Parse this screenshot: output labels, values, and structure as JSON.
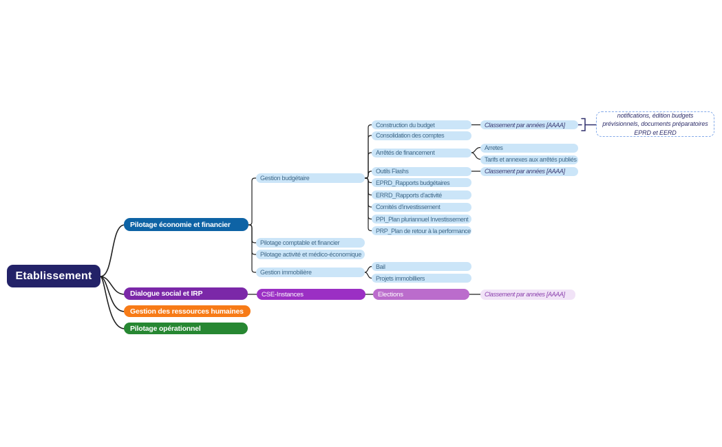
{
  "diagram": {
    "type": "mindmap",
    "root": {
      "label": "Etablissement",
      "color": "#232268"
    },
    "branches": [
      {
        "label": "Pilotage économie et financier",
        "color": "#0E63A5",
        "children": [
          {
            "label": "Gestion budgétaire",
            "children": [
              {
                "label": "Construction du budget",
                "children": [
                  {
                    "label": "Classement par années [AAAA]",
                    "style": "italic"
                  }
                ]
              },
              {
                "label": "Consolidation des comptes"
              },
              {
                "label": "Arrêtés de financement",
                "children": [
                  {
                    "label": "Arretes"
                  },
                  {
                    "label": "Tarifs et annexes aux arrêtés publiés"
                  }
                ]
              },
              {
                "label": "Outils Flashs",
                "children": [
                  {
                    "label": "Classement par années [AAAA]",
                    "style": "italic"
                  }
                ]
              },
              {
                "label": "EPRD_Rapports budgétaires"
              },
              {
                "label": "ERRD_Rapports d'activité"
              },
              {
                "label": "Comités d'investissement"
              },
              {
                "label": "PPI_Plan pluriannuel Investissement"
              },
              {
                "label": "PRP_Plan de retour à la performance"
              }
            ]
          },
          {
            "label": "Pilotage comptable et financier"
          },
          {
            "label": "Pilotage activité et médico-économique"
          },
          {
            "label": "Gestion immobilière",
            "children": [
              {
                "label": "Bail"
              },
              {
                "label": "Projets immobilliers"
              }
            ]
          }
        ]
      },
      {
        "label": "Dialogue social et IRP",
        "color": "#7B28A8",
        "children": [
          {
            "label": "CSE-Instances",
            "color": "#9B2FC4",
            "children": [
              {
                "label": "Elections",
                "color": "#BB6CCC",
                "children": [
                  {
                    "label": "Classement par années [AAAA]",
                    "style": "italic",
                    "color": "#F1E3F7"
                  }
                ]
              }
            ]
          }
        ]
      },
      {
        "label": "Gestion des ressources humaines",
        "color": "#F77B17"
      },
      {
        "label": "Pilotage opérationnel",
        "color": "#278732"
      }
    ],
    "summary_note": {
      "text": "notifications, édition budgets prévisionnels, documents préparatoires EPRD et EERD",
      "attached_to": "Classement par années [AAAA]"
    },
    "colors": {
      "light_blue_node_bg": "#CBE5F8",
      "light_blue_node_text": "#3E6787",
      "classement_blue_text": "#3A3A72",
      "classement_purple_bg": "#F1E3F7",
      "classement_purple_text": "#8A3FAC",
      "note_border": "#82A9E9",
      "note_text": "#2F2F6B",
      "connector_line": "#1F1F1F"
    }
  }
}
